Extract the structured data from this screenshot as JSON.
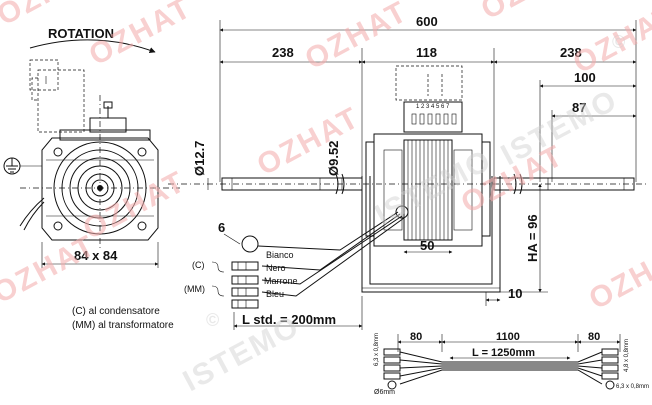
{
  "front_view": {
    "rotation_label": "ROTATION",
    "face_dimension": "84 x 84"
  },
  "side_view": {
    "overall_length": "600",
    "left_shaft": "238",
    "motor_body": "118",
    "right_shaft": "238",
    "dim_100": "100",
    "dim_87": "87",
    "diameter_large": "Ø12.7",
    "diameter_small": "Ø9.52",
    "core_width": "50",
    "shaft_height": "HA = 96",
    "foot_offset": "10",
    "terminal_numbers": "1 2 3 4 5 6 7"
  },
  "wiring": {
    "cable_marker": "6",
    "wires": [
      "Bianco",
      "Nero",
      "Marrone",
      "Bleu"
    ],
    "group_c": "(C)",
    "group_mm": "(MM)",
    "note_c": "(C) al condensatore",
    "note_mm": "(MM) al transformatore",
    "cable_length": "L std. = 200mm"
  },
  "harness": {
    "end_left": "80",
    "middle": "1100",
    "end_right": "80",
    "total_length": "L = 1250mm",
    "term_left": "6,3 x 0,8mm",
    "term_ring": "Ø6mm",
    "term_right_top": "4,8 x 0,8mm",
    "term_right_bottom": "6,3 x 0,8mm"
  },
  "watermarks": {
    "brand_red": "OZHAT",
    "brand_grey": "ISTEMO",
    "copyright": "©"
  }
}
